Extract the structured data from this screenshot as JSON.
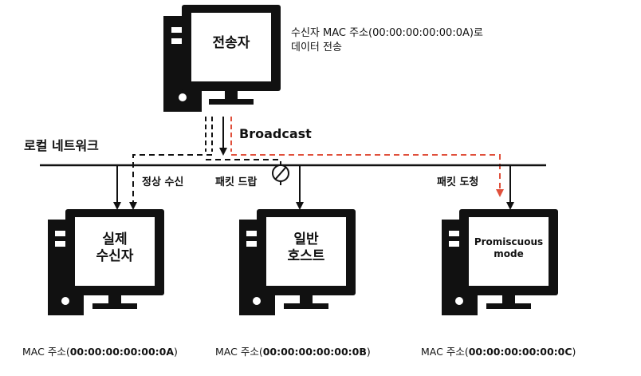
{
  "sender": {
    "label": "전송자",
    "note_line1": "수신자 MAC 주소(00:00:00:00:00:0A)로",
    "note_line2": "데이터 전송"
  },
  "broadcast_label": "Broadcast",
  "network_label": "로컬 네트워크",
  "events": {
    "normal_receive": "정상 수신",
    "packet_drop": "패킷 드랍",
    "packet_sniff": "패킷 도청"
  },
  "hosts": [
    {
      "label_line1": "실제",
      "label_line2": "수신자",
      "mac_prefix": "MAC 주소(",
      "mac_value": "00:00:00:00:00:0A",
      "mac_suffix": ")"
    },
    {
      "label_line1": "일반",
      "label_line2": "호스트",
      "mac_prefix": "MAC 주소(",
      "mac_value": "00:00:00:00:00:0B",
      "mac_suffix": ")"
    },
    {
      "label_line1": "Promiscuous",
      "label_line2": "mode",
      "mac_prefix": "MAC 주소(",
      "mac_value": "00:00:00:00:00:0C",
      "mac_suffix": ")"
    }
  ],
  "colors": {
    "black": "#111111",
    "red": "#e0503c",
    "white": "#ffffff"
  }
}
